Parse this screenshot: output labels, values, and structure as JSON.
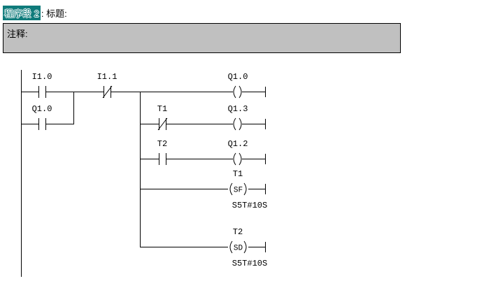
{
  "header": {
    "network_label": "程序段 2",
    "title_separator": ": 标题:",
    "selection_color": "#0f7b7b"
  },
  "comment": {
    "text": "注释:",
    "background_color": "#c0c0c0",
    "border_color": "#000000"
  },
  "ladder": {
    "rungs": [
      {
        "index": 0,
        "contacts": [
          {
            "name": "I1.0",
            "type": "no"
          },
          {
            "name": "I1.1",
            "type": "nc"
          }
        ],
        "output": {
          "name": "Q1.0",
          "type": "coil",
          "inner": ""
        }
      },
      {
        "index": 1,
        "contacts": [
          {
            "name": "Q1.0",
            "type": "no"
          }
        ],
        "output": null
      },
      {
        "index": 2,
        "contacts": [
          {
            "name": "T1",
            "type": "nc"
          }
        ],
        "output": {
          "name": "Q1.3",
          "type": "coil",
          "inner": ""
        }
      },
      {
        "index": 3,
        "contacts": [
          {
            "name": "T2",
            "type": "no"
          }
        ],
        "output": {
          "name": "Q1.2",
          "type": "coil",
          "inner": ""
        }
      },
      {
        "index": 4,
        "contacts": [],
        "output": {
          "name": "T1",
          "type": "timer",
          "inner": "SF",
          "preset": "S5T#10S"
        }
      },
      {
        "index": 5,
        "contacts": [],
        "output": {
          "name": "T2",
          "type": "timer",
          "inner": "SD",
          "preset": "S5T#10S"
        }
      }
    ],
    "labels": {
      "r0_c0": "I1.0",
      "r0_c1": "I1.1",
      "r0_coil": "Q1.0",
      "r1_c0": "Q1.0",
      "r2_c0": "T1",
      "r2_coil": "Q1.3",
      "r3_c0": "T2",
      "r3_coil": "Q1.2",
      "r4_coil": "T1",
      "r4_inner": "SF",
      "r4_preset": "S5T#10S",
      "r5_coil": "T2",
      "r5_inner": "SD",
      "r5_preset": "S5T#10S"
    }
  }
}
